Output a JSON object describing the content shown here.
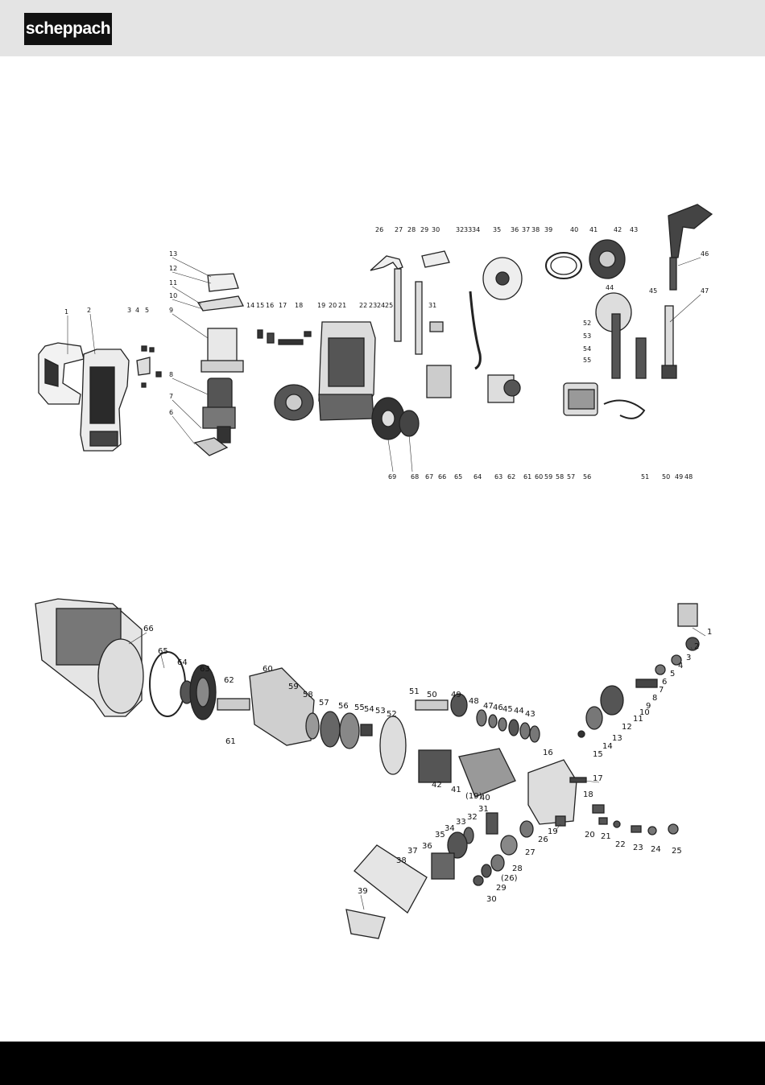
{
  "header": {
    "brand": "scheppach"
  },
  "diagram_top": {
    "labels": [
      "1",
      "2",
      "3",
      "4",
      "5",
      "6",
      "7",
      "8",
      "9",
      "10",
      "11",
      "12",
      "13",
      "14",
      "15",
      "16",
      "17",
      "18",
      "19",
      "20",
      "21",
      "22",
      "23",
      "24",
      "25",
      "26",
      "27",
      "28",
      "29",
      "30",
      "31",
      "32",
      "33",
      "34",
      "35",
      "36",
      "37",
      "38",
      "39",
      "40",
      "41",
      "42",
      "43",
      "44",
      "45",
      "46",
      "47",
      "48",
      "49",
      "50",
      "51",
      "52",
      "53",
      "54",
      "55",
      "56",
      "57",
      "58",
      "59",
      "60",
      "61",
      "62",
      "63",
      "64",
      "65",
      "66",
      "67",
      "68",
      "69"
    ]
  },
  "diagram_bottom": {
    "labels": [
      "1",
      "2",
      "3",
      "4",
      "5",
      "6",
      "7",
      "8",
      "9",
      "10",
      "11",
      "12",
      "13",
      "14",
      "15",
      "16",
      "17",
      "18",
      "19",
      "20",
      "21",
      "22",
      "23",
      "24",
      "25",
      "(26)",
      "26",
      "27",
      "28",
      "29",
      "30",
      "31",
      "32",
      "33",
      "34",
      "35",
      "36",
      "37",
      "38",
      "39",
      "40",
      "41",
      "42",
      "43",
      "44",
      "45",
      "46",
      "47",
      "48",
      "49",
      "50",
      "51",
      "52",
      "53",
      "54",
      "55",
      "56",
      "57",
      "58",
      "59",
      "60",
      "61",
      "62",
      "63",
      "64",
      "65",
      "66",
      "(19)"
    ]
  }
}
